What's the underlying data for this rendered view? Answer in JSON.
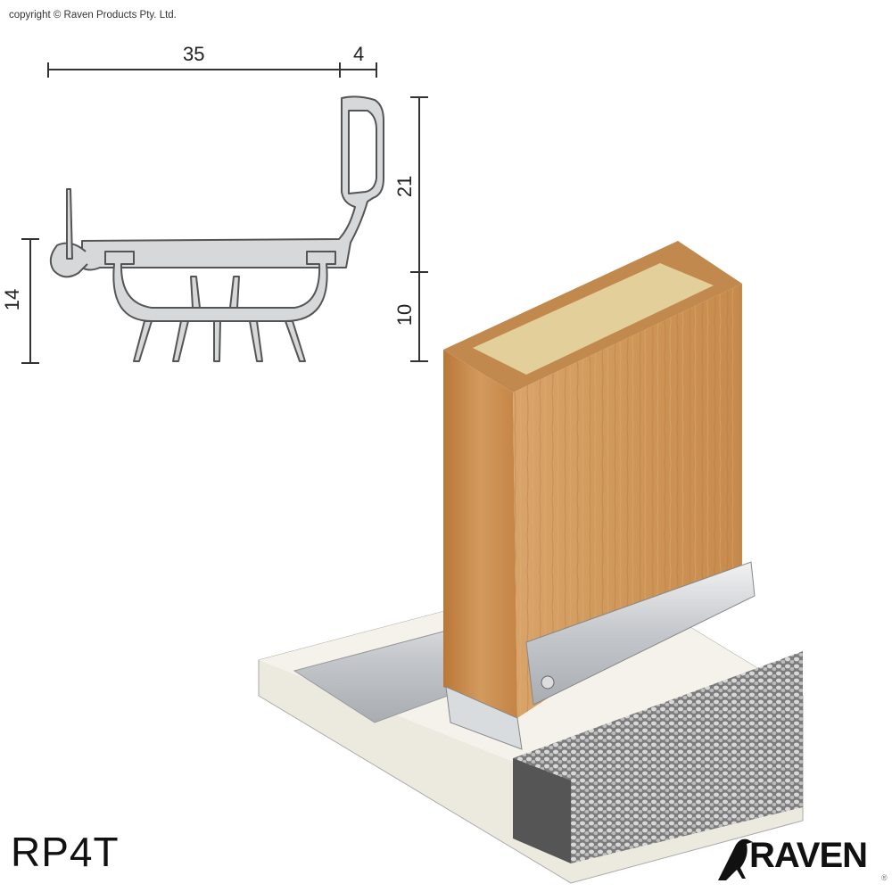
{
  "copyright": "copyright © Raven Products Pty. Ltd.",
  "dimensions": {
    "width_main": "35",
    "width_lip": "4",
    "height_upper": "21",
    "height_lower": "10",
    "height_left": "14"
  },
  "model": "RP4T",
  "brand": {
    "name": "RAVEN",
    "registered": "®"
  },
  "colors": {
    "aluminium": "#c9ccd0",
    "wood": "#c98a4e",
    "floor": "#ece9df",
    "carpet": "#8f8f8f"
  }
}
